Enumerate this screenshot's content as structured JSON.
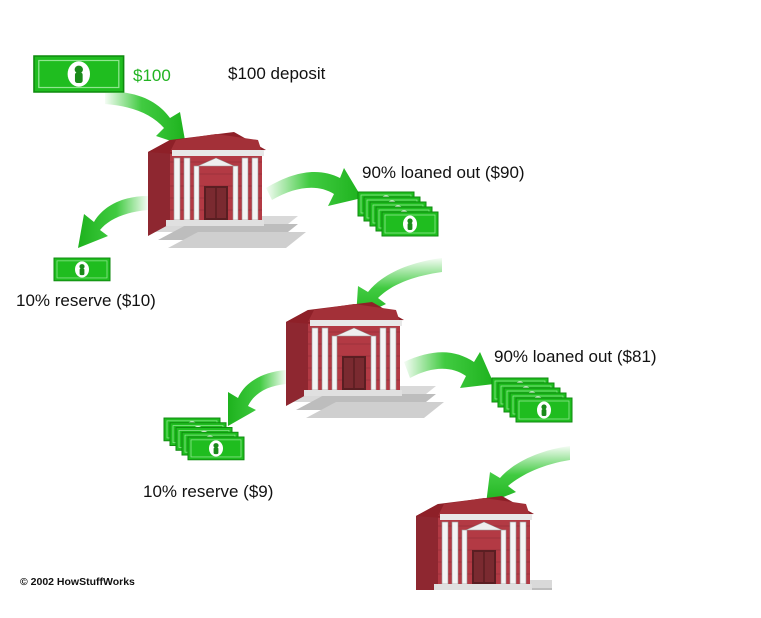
{
  "diagram": {
    "top_bill_amount": "$100",
    "deposit_label": "$100 deposit",
    "loan1_label": "90% loaned out  ($90)",
    "reserve1_label": "10% reserve ($10)",
    "loan2_label": "90% loaned out  ($81)",
    "reserve2_label": "10% reserve ($9)",
    "copyright": "© 2002 HowStuffWorks",
    "colors": {
      "money_green": "#1fbd1f",
      "arrow_green": "#2cc52c",
      "bank_brick": "#a8303a",
      "bank_roof": "#8e2028",
      "column_white": "#f2f2f2"
    }
  }
}
